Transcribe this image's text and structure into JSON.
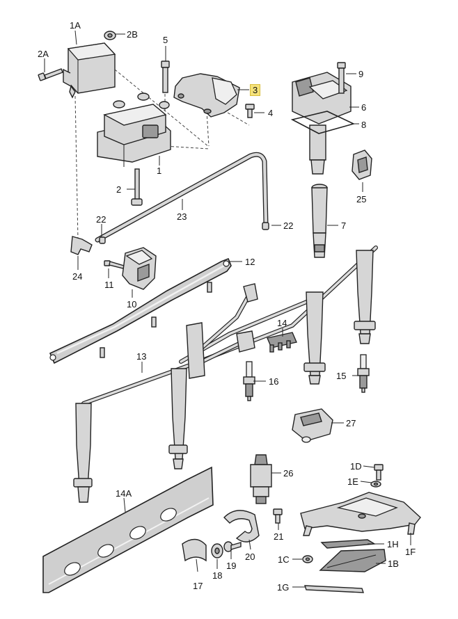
{
  "labels": {
    "l1A": "1A",
    "l2B": "2B",
    "l2A": "2A",
    "l5": "5",
    "l9": "9",
    "l3": "3",
    "l4": "4",
    "l6": "6",
    "l8": "8",
    "l1": "1",
    "l2": "2",
    "l23": "23",
    "l25": "25",
    "l22a": "22",
    "l22b": "22",
    "l7": "7",
    "l24": "24",
    "l11": "11",
    "l10": "10",
    "l12": "12",
    "l14": "14",
    "l13": "13",
    "l15": "15",
    "l16": "16",
    "l27": "27",
    "l26": "26",
    "l14A": "14A",
    "l1D": "1D",
    "l1E": "1E",
    "l21": "21",
    "l1H": "1H",
    "l1F": "1F",
    "l20": "20",
    "l19": "19",
    "l18": "18",
    "l17": "17",
    "l1C": "1C",
    "l1B": "1B",
    "l1G": "1G"
  },
  "highlight": {
    "label": "3",
    "color": "#f5e27a"
  },
  "parts": [
    "ignition-coil-1A",
    "nut-2B",
    "bolt-2A",
    "bolt-5",
    "bolt-9",
    "bracket-3",
    "bolt-4",
    "ignition-coil-6",
    "seal-8",
    "ignition-coil-1",
    "bolt-2",
    "vacuum-line-23",
    "clip-25",
    "hose-clip-22",
    "connector-7",
    "elbow-24",
    "bolt-11",
    "sensor-10",
    "cable-holder-12",
    "clip-14",
    "ignition-lead-set-13",
    "spark-plug-15",
    "spark-plug-16",
    "sensor-27",
    "valve-26",
    "cover-14A",
    "bolt-1D",
    "washer-1E",
    "bolt-21",
    "plate-1H",
    "bracket-1F",
    "clamp-20",
    "bolt-19",
    "washer-18",
    "clamp-17",
    "nut-1C",
    "plate-1B",
    "strip-1G"
  ]
}
